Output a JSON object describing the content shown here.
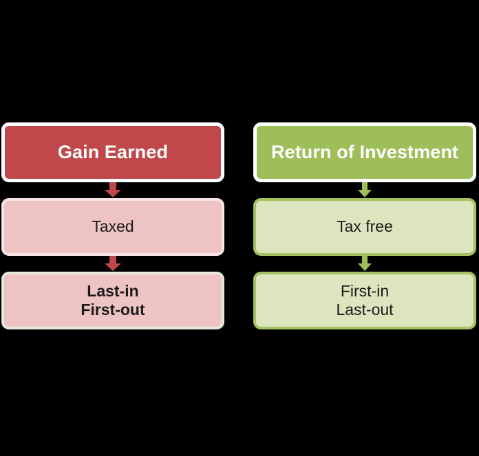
{
  "diagram": {
    "background_color": "#000000",
    "columns": [
      {
        "id": "gain-earned",
        "accent_color": "#c0484a",
        "fill_color": "#eec3c3",
        "arrow_color": "#c0484a",
        "header": {
          "label": "Gain Earned"
        },
        "steps": [
          {
            "label": "Taxed",
            "bold": false
          },
          {
            "label_line1": "Last-in",
            "label_line2": "First-out",
            "bold": true
          }
        ]
      },
      {
        "id": "return-of-investment",
        "accent_color": "#9dbe59",
        "fill_color": "#dde5bf",
        "arrow_color": "#9dbe59",
        "header": {
          "label": "Return of Investment"
        },
        "steps": [
          {
            "label": "Tax free",
            "bold": false
          },
          {
            "label_line1": "First-in",
            "label_line2": "Last-out",
            "bold": false
          }
        ]
      }
    ],
    "connectors": [
      {
        "icon": "arrow-down-icon",
        "color": "#c0484a"
      },
      {
        "icon": "arrow-down-icon",
        "color": "#c0484a"
      },
      {
        "icon": "arrow-down-icon",
        "color": "#9dbe59"
      },
      {
        "icon": "arrow-down-icon",
        "color": "#9dbe59"
      }
    ]
  }
}
